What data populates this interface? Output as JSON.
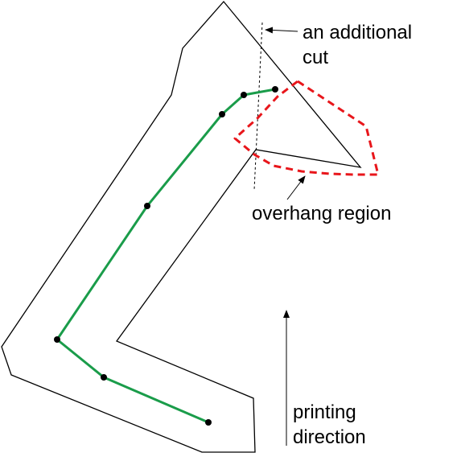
{
  "labels": {
    "additional_cut_line1": "an additional",
    "additional_cut_line2": "cut",
    "overhang_region": "overhang region",
    "printing_direction_line1": "printing",
    "printing_direction_line2": "direction"
  },
  "colors": {
    "outline": "#000000",
    "skeleton_path": "#1a9c4a",
    "skeleton_node": "#000000",
    "overhang_boundary": "#e8161b",
    "cut_line": "#000000",
    "text": "#000000"
  },
  "icons": {
    "arrow": "arrowhead-icon"
  }
}
